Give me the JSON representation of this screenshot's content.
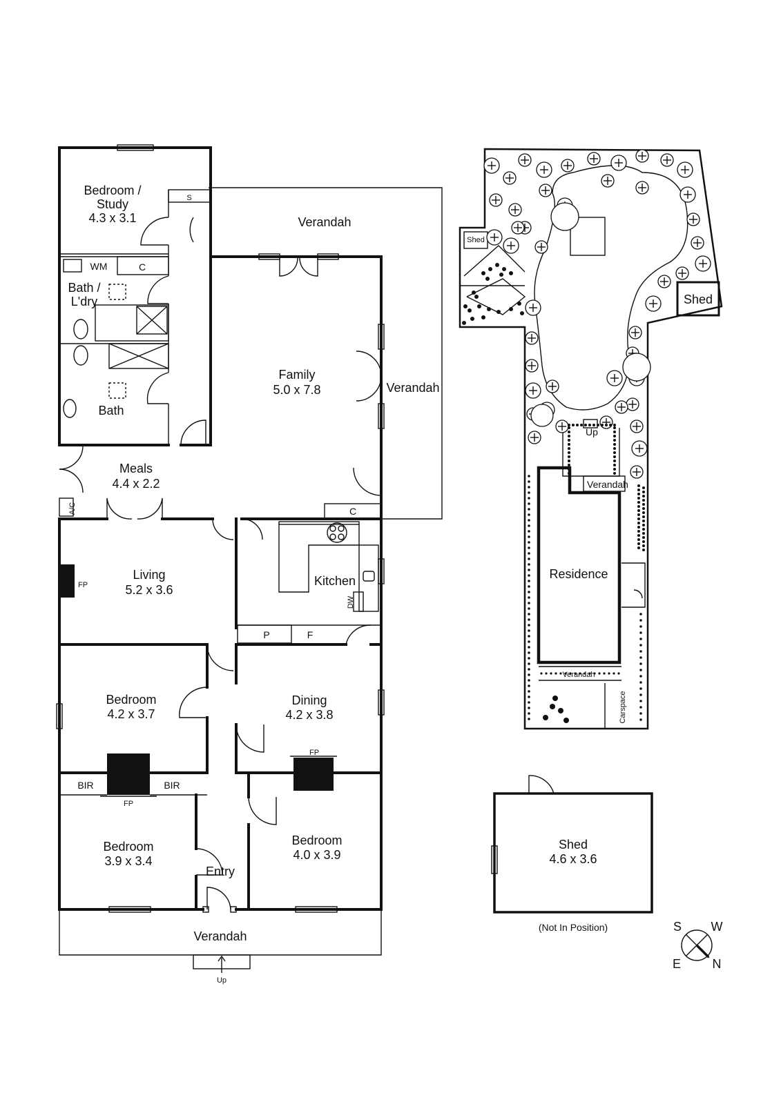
{
  "house": {
    "bedroom_study": {
      "name": "Bedroom /",
      "name2": "Study",
      "size": "4.3 x 3.1"
    },
    "storage_s": "S",
    "wm": "WM",
    "cupboard_c": "C",
    "bath_laundry": {
      "name": "Bath /",
      "name2": "L'dry"
    },
    "bath": "Bath",
    "verandah_top": "Verandah",
    "family": {
      "name": "Family",
      "size": "5.0 x 7.8"
    },
    "verandah_side": "Verandah",
    "meals": {
      "name": "Meals",
      "size": "4.4 x 2.2"
    },
    "ac": "A/C",
    "cupboard_c2": "C",
    "living": {
      "name": "Living",
      "size": "5.2 x 3.6"
    },
    "fp_living": "FP",
    "kitchen": "Kitchen",
    "dw": "DW",
    "pantry": "P",
    "fridge": "F",
    "bedroom_mid_left": {
      "name": "Bedroom",
      "size": "4.2 x 3.7"
    },
    "dining": {
      "name": "Dining",
      "size": "4.2 x 3.8"
    },
    "fp_dining": "FP",
    "bir_left": "BIR",
    "bir_right": "BIR",
    "fp_bedroom": "FP",
    "bedroom_bottom_left": {
      "name": "Bedroom",
      "size": "3.9 x 3.4"
    },
    "bedroom_bottom_right": {
      "name": "Bedroom",
      "size": "4.0 x 3.9"
    },
    "entry": "Entry",
    "verandah_front": "Verandah",
    "up_front": "Up"
  },
  "site": {
    "shed_small": "Shed",
    "shed_right": "Shed",
    "up": "Up",
    "verandah_top": "Verandah",
    "residence": "Residence",
    "verandah_bottom": "Verandah",
    "carspace": "Carspace"
  },
  "shed_plan": {
    "name": "Shed",
    "size": "4.6 x 3.6",
    "note": "(Not In Position)"
  },
  "compass": {
    "s": "S",
    "w": "W",
    "e": "E",
    "n": "N"
  }
}
